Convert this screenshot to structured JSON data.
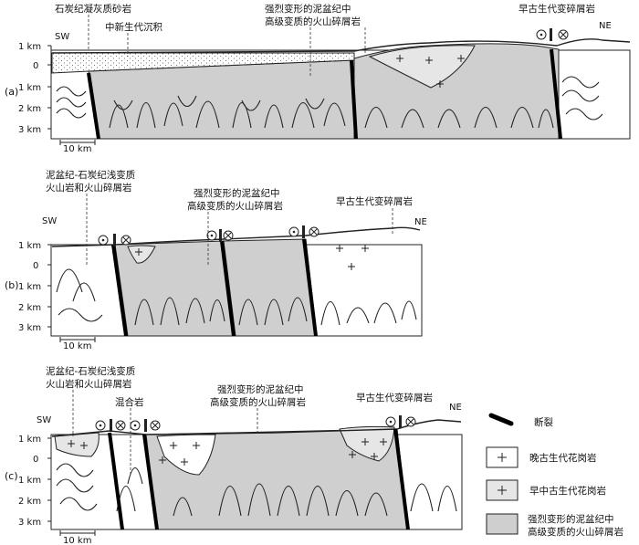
{
  "axis": {
    "sw": "SW",
    "ne": "NE",
    "ticks": [
      "1 km",
      "0",
      "1 km",
      "2 km",
      "3 km"
    ],
    "scale_bar": "10 km"
  },
  "panel_a": {
    "label": "(a)",
    "labels": {
      "carboniferous_tuff": "石炭纪凝灰质砂岩",
      "mesozoic_sediments": "中新生代沉积",
      "devonian_volcanics_l1": "强烈变形的泥盆纪中",
      "devonian_volcanics_l2": "高级变质的火山碎屑岩",
      "early_paleozoic_clastic": "早古生代变碎屑岩"
    }
  },
  "panel_b": {
    "label": "(b)",
    "labels": {
      "devonian_carb_l1": "泥盆纪-石炭纪浅变质",
      "devonian_carb_l2": "火山岩和火山碎屑岩",
      "devonian_volcanics_l1": "强烈变形的泥盆纪中",
      "devonian_volcanics_l2": "高级变质的火山碎屑岩",
      "early_paleozoic_clastic": "早古生代变碎屑岩"
    }
  },
  "panel_c": {
    "label": "(c)",
    "labels": {
      "devonian_carb_l1": "泥盆纪-石炭纪浅变质",
      "devonian_carb_l2": "火山岩和火山碎屑岩",
      "migmatite": "混合岩",
      "devonian_volcanics_l1": "强烈变形的泥盆纪中",
      "devonian_volcanics_l2": "高级变质的火山碎屑岩",
      "early_paleozoic_clastic": "早古生代变碎屑岩"
    }
  },
  "legend": {
    "fault": "断裂",
    "late_paleozoic_granite": "晚古生代花岗岩",
    "early_mid_paleozoic_granite": "早中古生代花岗岩",
    "devonian_volcanics_l1": "强烈变形的泥盆纪中",
    "devonian_volcanics_l2": "高级变质的火山碎屑岩"
  }
}
